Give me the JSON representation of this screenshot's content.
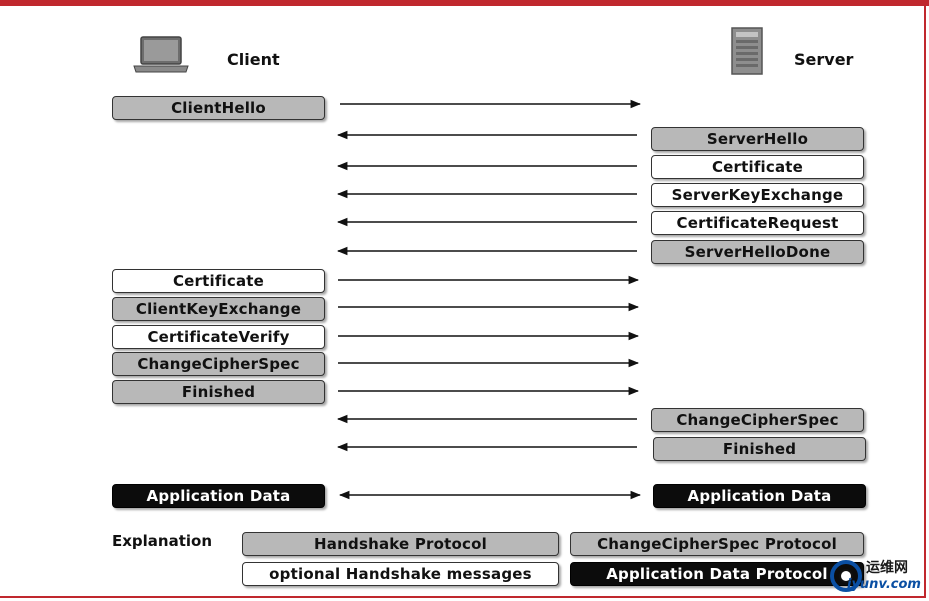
{
  "participants": {
    "client": "Client",
    "server": "Server"
  },
  "messages": [
    {
      "label": "ClientHello",
      "dir": "right",
      "style": "gray"
    },
    {
      "label": "ServerHello",
      "dir": "left",
      "style": "gray"
    },
    {
      "label": "Certificate",
      "dir": "left",
      "style": "white"
    },
    {
      "label": "ServerKeyExchange",
      "dir": "left",
      "style": "white"
    },
    {
      "label": "CertificateRequest",
      "dir": "left",
      "style": "white"
    },
    {
      "label": "ServerHelloDone",
      "dir": "left",
      "style": "gray"
    },
    {
      "label": "Certificate",
      "dir": "right",
      "style": "white"
    },
    {
      "label": "ClientKeyExchange",
      "dir": "right",
      "style": "gray"
    },
    {
      "label": "CertificateVerify",
      "dir": "right",
      "style": "white"
    },
    {
      "label": "ChangeCipherSpec",
      "dir": "right",
      "style": "gray"
    },
    {
      "label": "Finished",
      "dir": "right",
      "style": "gray"
    },
    {
      "label": "ChangeCipherSpec",
      "dir": "left",
      "style": "gray"
    },
    {
      "label": "Finished",
      "dir": "left",
      "style": "gray"
    },
    {
      "label": "Application Data",
      "dir": "both",
      "style": "black"
    }
  ],
  "legend": {
    "title": "Explanation",
    "items": [
      {
        "label": "Handshake Protocol",
        "style": "gray"
      },
      {
        "label": "ChangeCipherSpec Protocol",
        "style": "gray"
      },
      {
        "label": "optional Handshake messages",
        "style": "white"
      },
      {
        "label": "Application Data Protocol",
        "style": "black"
      }
    ]
  },
  "watermark": {
    "text_cn": "运维网",
    "text_url": "iyunv.com"
  },
  "colors": {
    "gray": "#b8b8b8",
    "black": "#0c0c0c",
    "border_red": "#c0282e"
  },
  "icons": {
    "client": "laptop-icon",
    "server": "server-icon"
  }
}
